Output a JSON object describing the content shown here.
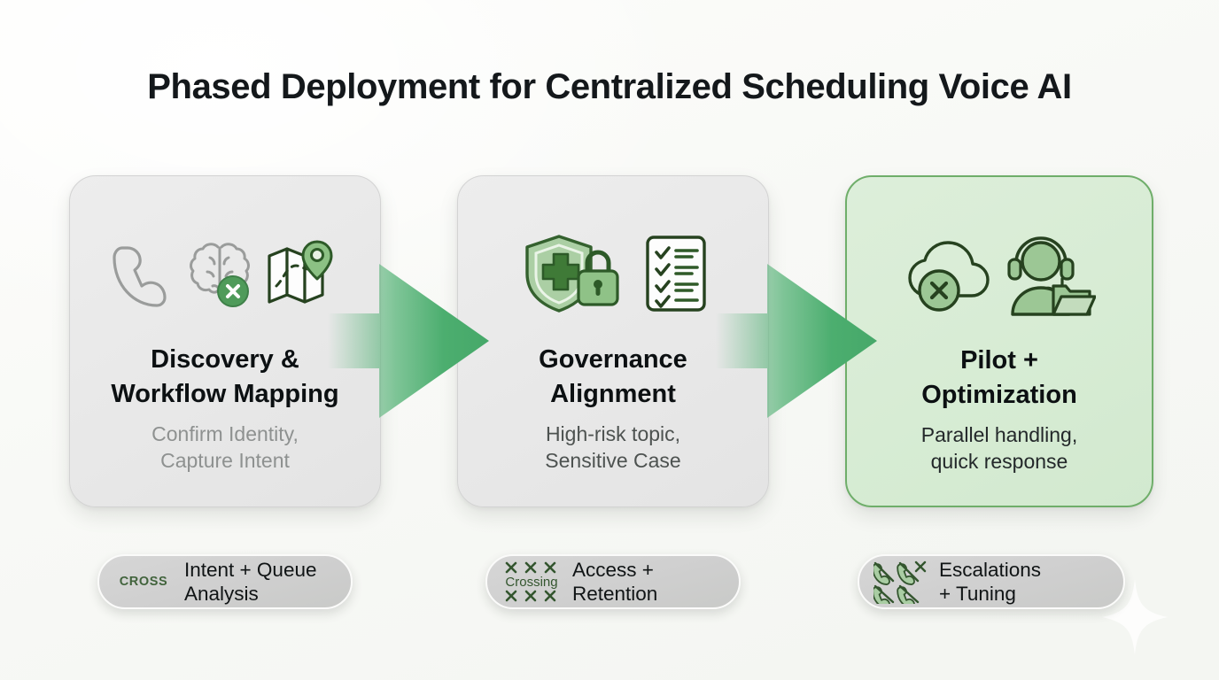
{
  "page": {
    "title": "Phased Deployment for Centralized Scheduling Voice AI",
    "background_color": "#fbfcf9",
    "accent_color": "#4fb072",
    "dark_green": "#2d4a2b",
    "mid_green": "#6fae6a",
    "light_green_fill": "#a9cda3"
  },
  "cards": [
    {
      "id": "discovery-workflow-mapping",
      "title": "Discovery &\nWorkflow Mapping",
      "subtitle": "Confirm Identity,\nCapture Intent",
      "highlighted": false,
      "background_color": "#e9e9e9",
      "border_color": "#d3d3d3",
      "icons": [
        "phone-handset-icon",
        "brain-icon",
        "cross-badge-icon",
        "folded-map-icon",
        "location-pin-icon"
      ]
    },
    {
      "id": "governance-alignment",
      "title": "Governance\nAlignment",
      "subtitle": "High-risk topic,\nSensitive Case",
      "highlighted": false,
      "background_color": "#e9e9e9",
      "border_color": "#d3d3d3",
      "icons": [
        "shield-icon",
        "medical-cross-icon",
        "padlock-icon",
        "checklist-clipboard-icon"
      ]
    },
    {
      "id": "pilot-optimization",
      "title": "Pilot +\nOptimization",
      "subtitle": "Parallel handling,\nquick response",
      "highlighted": true,
      "background_color": "#d7ecd4",
      "border_color": "#6fae6a",
      "icons": [
        "cloud-icon",
        "cross-badge-icon",
        "headset-agent-icon",
        "folder-icon"
      ]
    }
  ],
  "arrows": [
    {
      "id": "arrow-discovery-to-governance",
      "icon": "arrow-right-icon",
      "color": "#4fb072"
    },
    {
      "id": "arrow-governance-to-pilot",
      "icon": "arrow-right-icon",
      "color": "#4fb072"
    }
  ],
  "pills": [
    {
      "id": "intent-queue-analysis",
      "icon": "cross-text-icon",
      "icon_text": "CROSS",
      "label": "Intent + Queue\nAnalysis"
    },
    {
      "id": "access-retention",
      "icon": "crossing-grid-icon",
      "icon_text": "Crossing",
      "label": "Access +\nRetention"
    },
    {
      "id": "escalations-tuning",
      "icon": "crossed-phones-icon",
      "icon_text": "",
      "label": "Escalations\n+ Tuning"
    }
  ],
  "decoration": {
    "id": "sparkle",
    "icon": "sparkle-icon"
  }
}
